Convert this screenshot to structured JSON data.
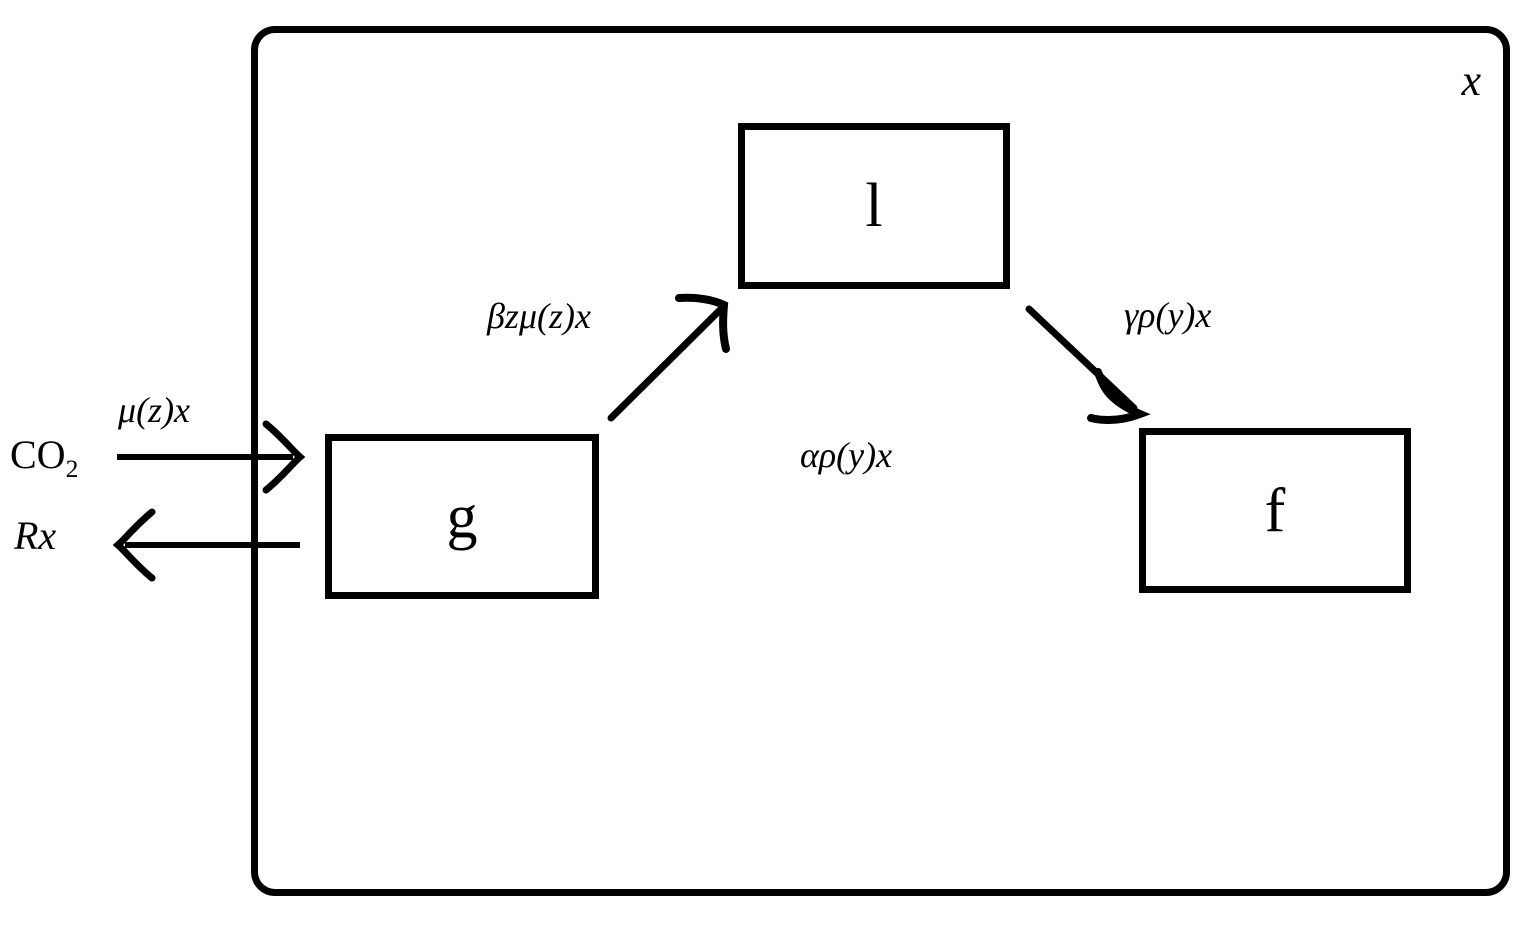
{
  "diagram": {
    "title_label": "x",
    "boundary": {
      "name": "system-boundary",
      "label": "x",
      "shape": "rounded-rectangle",
      "stroke_color": "#000000",
      "fill_color": "#ffffff"
    },
    "nodes": [
      {
        "id": "g",
        "label": "g",
        "name": "box-g"
      },
      {
        "id": "l",
        "label": "l",
        "name": "box-l"
      },
      {
        "id": "f",
        "label": "f",
        "name": "box-f"
      }
    ],
    "io_labels": [
      {
        "id": "co2",
        "label": "CO",
        "subscript": "2"
      },
      {
        "id": "rx",
        "label": "Rx"
      }
    ],
    "flow_labels": [
      {
        "id": "mu",
        "label": "μ(z)x",
        "describes": "CO2 uptake into g"
      },
      {
        "id": "beta",
        "label": "βzμ(z)x",
        "describes": "g to l"
      },
      {
        "id": "gamma",
        "label": "γρ(y)x",
        "describes": "l to f"
      },
      {
        "id": "alpha",
        "label": "αρ(y)x",
        "describes": "unattached interior label"
      }
    ],
    "arrows": [
      {
        "id": "co2-to-g",
        "direction": "right",
        "label_ref": "mu"
      },
      {
        "id": "g-to-rx",
        "direction": "left",
        "label_ref": null
      },
      {
        "id": "g-to-l",
        "direction": "up-right",
        "label_ref": "beta"
      },
      {
        "id": "l-to-f",
        "direction": "down-right",
        "label_ref": "gamma"
      }
    ],
    "colors": {
      "stroke": "#000000",
      "background": "#ffffff"
    }
  }
}
